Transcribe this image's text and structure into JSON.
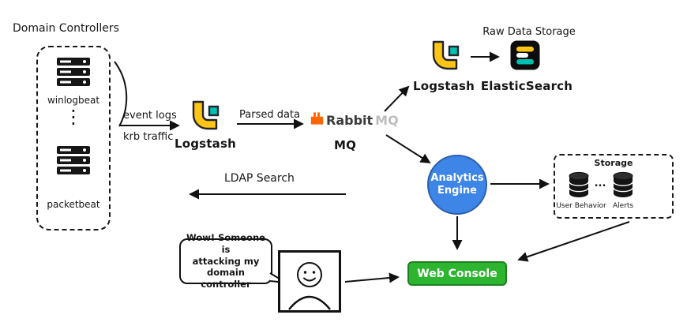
{
  "colors": {
    "analytics_blue": "#3d85e6",
    "analytics_blue_border": "#2b5fae",
    "console_green": "#2db52f",
    "console_green_border": "#1d7f20",
    "rabbit_orange": "#ff6600",
    "rabbit_gray": "#bdbdbd",
    "logstash_yellow": "#fec514",
    "elastic_teal": "#00bfb3"
  },
  "domain_controllers": {
    "title": "Domain Controllers",
    "top_item": "winlogbeat",
    "ellipsis": "⋮",
    "bottom_item": "packetbeat"
  },
  "flow_labels": {
    "event_logs": "event logs",
    "krb_traffic": "krb traffic",
    "parsed_data": "Parsed data",
    "ldap_search": "LDAP Search"
  },
  "logstash_main": {
    "label": "Logstash"
  },
  "rabbitmq": {
    "name_rabbit": "Rabbit",
    "name_mq": "MQ",
    "caption": "MQ"
  },
  "raw_storage_branch": {
    "title": "Raw Data Storage",
    "logstash_label": "Logstash",
    "elasticsearch_label": "ElasticSearch"
  },
  "analytics_engine": {
    "line1": "Analytics",
    "line2": "Engine"
  },
  "storage": {
    "title": "Storage",
    "separator": "...",
    "user_behavior_label": "User Behavior",
    "alerts_label": "Alerts"
  },
  "web_console": {
    "label": "Web Console"
  },
  "speech_bubble": {
    "line1": "Wow! Someone is",
    "line2": "attacking my",
    "line3": "domain controller"
  }
}
